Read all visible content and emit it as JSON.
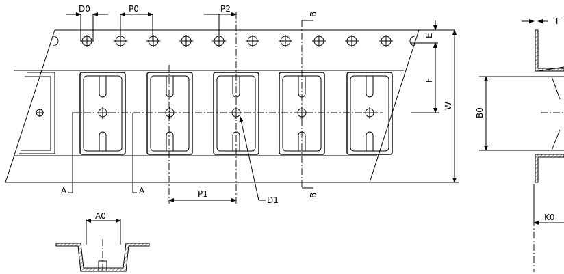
{
  "labels": {
    "d0": "D0",
    "p0": "P0",
    "p2": "P2",
    "e": "E",
    "f": "F",
    "w": "W",
    "p1": "P1",
    "d1": "D1",
    "a_left": "A",
    "a_right": "A",
    "b_top": "B",
    "b_bottom": "B",
    "a0": "A0",
    "b0": "B0",
    "k0": "K0",
    "t": "T"
  }
}
